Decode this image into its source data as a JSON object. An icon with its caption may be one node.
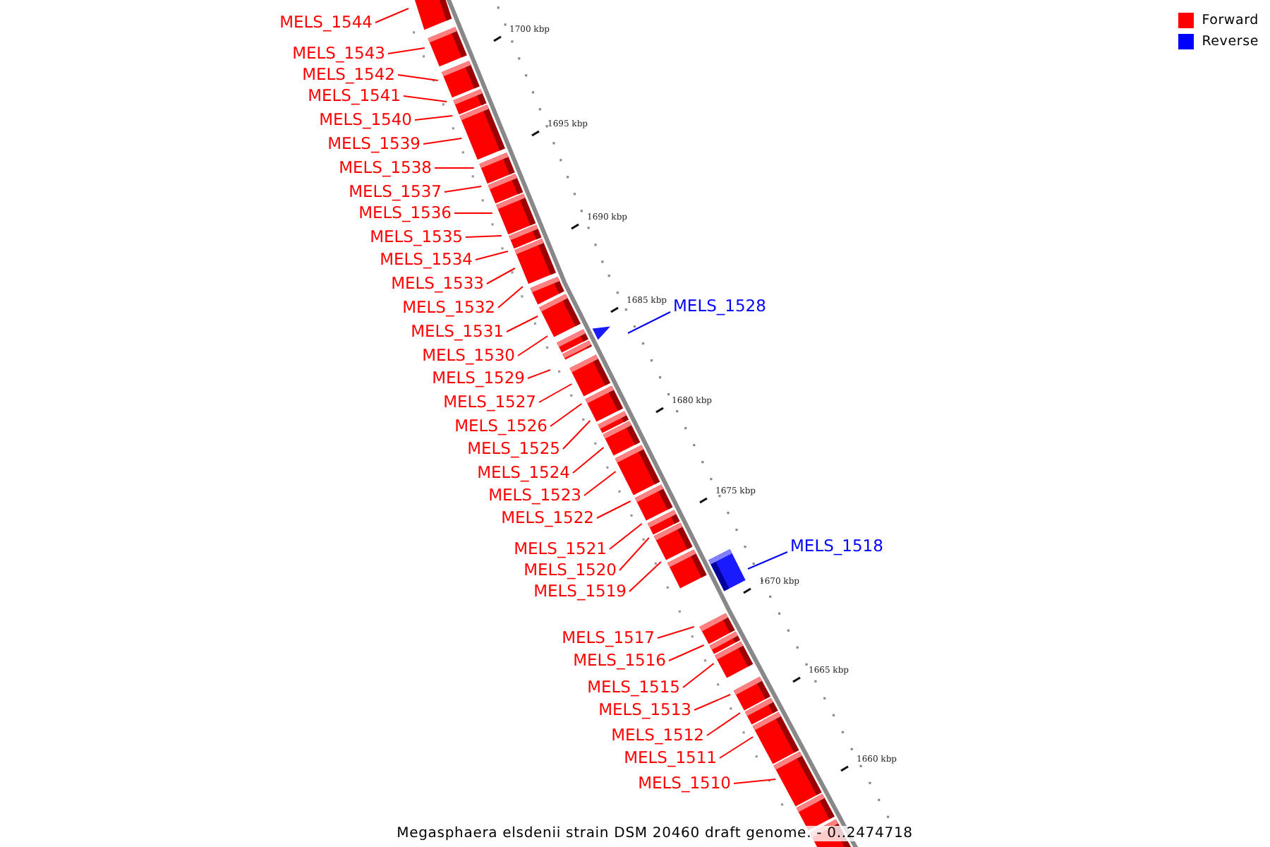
{
  "diagram": {
    "caption": "Megasphaera elsdenii strain DSM 20460 draft genome. - 0..2474718",
    "nodes": [
      {
        "text": [
          "MELS_1544"
        ]
      },
      {
        "text": [
          "MELS_1543"
        ]
      },
      {
        "text": [
          "MELS_1542"
        ]
      },
      {
        "text": [
          "MELS_1541"
        ]
      },
      {
        "text": [
          "MELS_1540"
        ]
      },
      {
        "text": [
          "MELS_1539"
        ]
      },
      {
        "text": [
          "MELS_1538"
        ]
      },
      {
        "text": [
          "MELS_1537"
        ]
      },
      {
        "text": [
          "MELS_1536"
        ]
      },
      {
        "text": [
          "MELS_1535"
        ]
      },
      {
        "text": [
          "MELS_1534"
        ]
      },
      {
        "text": [
          "MELS_1533"
        ]
      },
      {
        "text": [
          "MELS_1532"
        ]
      },
      {
        "text": [
          "MELS_1531"
        ]
      },
      {
        "text": [
          "MELS_1530"
        ]
      },
      {
        "text": [
          "MELS_1529"
        ]
      },
      {
        "text": [
          "MELS_1528"
        ]
      },
      {
        "text": [
          "MELS_1527"
        ]
      },
      {
        "text": [
          "MELS_1526"
        ]
      },
      {
        "text": [
          "MELS_1525"
        ]
      },
      {
        "text": [
          "MELS_1524"
        ]
      },
      {
        "text": [
          "MELS_1523"
        ]
      },
      {
        "text": [
          "MELS_1522"
        ]
      },
      {
        "text": [
          "MELS_1521"
        ]
      },
      {
        "text": [
          "MELS_1520"
        ]
      },
      {
        "text": [
          "MELS_1519"
        ]
      },
      {
        "text": [
          "MELS_1518"
        ]
      },
      {
        "text": [
          "MELS_1517"
        ]
      },
      {
        "text": [
          "MELS_1516"
        ]
      },
      {
        "text": [
          "MELS_1515"
        ]
      },
      {
        "text": [
          "MELS_1513"
        ]
      },
      {
        "text": [
          "MELS_1512"
        ]
      },
      {
        "text": [
          "MELS_1511"
        ]
      },
      {
        "text": [
          "MELS_1510"
        ]
      }
    ],
    "edges": [
      {
        "from": 0,
        "to": null,
        "arrow": "none"
      },
      {
        "from": 1,
        "to": null,
        "arrow": "none"
      },
      {
        "from": 2,
        "to": null,
        "arrow": "none"
      },
      {
        "from": 3,
        "to": null,
        "arrow": "none"
      },
      {
        "from": 4,
        "to": null,
        "arrow": "none"
      },
      {
        "from": 5,
        "to": null,
        "arrow": "none"
      },
      {
        "from": 6,
        "to": null,
        "arrow": "none"
      },
      {
        "from": 7,
        "to": null,
        "arrow": "none"
      },
      {
        "from": 8,
        "to": null,
        "arrow": "none"
      },
      {
        "from": 9,
        "to": null,
        "arrow": "none"
      },
      {
        "from": 10,
        "to": null,
        "arrow": "none"
      },
      {
        "from": 11,
        "to": null,
        "arrow": "none"
      },
      {
        "from": 12,
        "to": null,
        "arrow": "none"
      },
      {
        "from": 13,
        "to": null,
        "arrow": "none"
      },
      {
        "from": 14,
        "to": null,
        "arrow": "none"
      },
      {
        "from": 15,
        "to": null,
        "arrow": "none"
      },
      {
        "from": 16,
        "to": null,
        "arrow": "none",
        "color": "#0000ff"
      },
      {
        "from": 17,
        "to": null,
        "arrow": "none"
      },
      {
        "from": 18,
        "to": null,
        "arrow": "none"
      },
      {
        "from": 19,
        "to": null,
        "arrow": "none"
      },
      {
        "from": 20,
        "to": null,
        "arrow": "none"
      },
      {
        "from": 21,
        "to": null,
        "arrow": "none"
      },
      {
        "from": 22,
        "to": null,
        "arrow": "none"
      },
      {
        "from": 23,
        "to": null,
        "arrow": "none"
      },
      {
        "from": 24,
        "to": null,
        "arrow": "none"
      },
      {
        "from": 25,
        "to": null,
        "arrow": "none"
      },
      {
        "from": 26,
        "to": null,
        "arrow": "none",
        "color": "#0000ff"
      },
      {
        "from": 27,
        "to": null,
        "arrow": "none"
      },
      {
        "from": 28,
        "to": null,
        "arrow": "none"
      },
      {
        "from": 29,
        "to": null,
        "arrow": "none"
      },
      {
        "from": 30,
        "to": null,
        "arrow": "none"
      },
      {
        "from": 31,
        "to": null,
        "arrow": "none"
      },
      {
        "from": 32,
        "to": null,
        "arrow": "none"
      },
      {
        "from": 33,
        "to": null,
        "arrow": "none"
      }
    ],
    "labels": [
      "1700 kbp",
      "1695 kbp",
      "1690 kbp",
      "1685 kbp",
      "1680 kbp",
      "1675 kbp",
      "1670 kbp",
      "1665 kbp",
      "1660 kbp"
    ],
    "legend": [
      {
        "text": "Forward",
        "color": "#ff0000"
      },
      {
        "text": "Reverse",
        "color": "#0000ff"
      }
    ]
  }
}
